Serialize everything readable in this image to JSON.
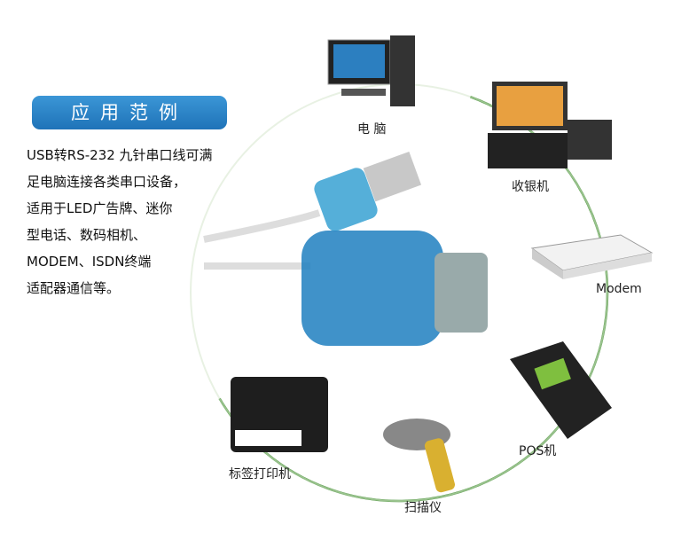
{
  "banner": {
    "title": "应用范例"
  },
  "description": [
    "USB转RS-232 九针串口线可满",
    "足电脑连接各类串口设备，",
    "适用于LED广告牌、迷你",
    "型电话、数码相机、",
    "MODEM、ISDN终端",
    "适配器通信等。"
  ],
  "devices": {
    "computer": "电 脑",
    "cash_register": "收银机",
    "modem": "Modem",
    "pos": "POS机",
    "scanner": "扫描仪",
    "label_printer": "标签打印机"
  },
  "colors": {
    "banner": "#1f73b8",
    "ring": "#3a8a2a"
  }
}
